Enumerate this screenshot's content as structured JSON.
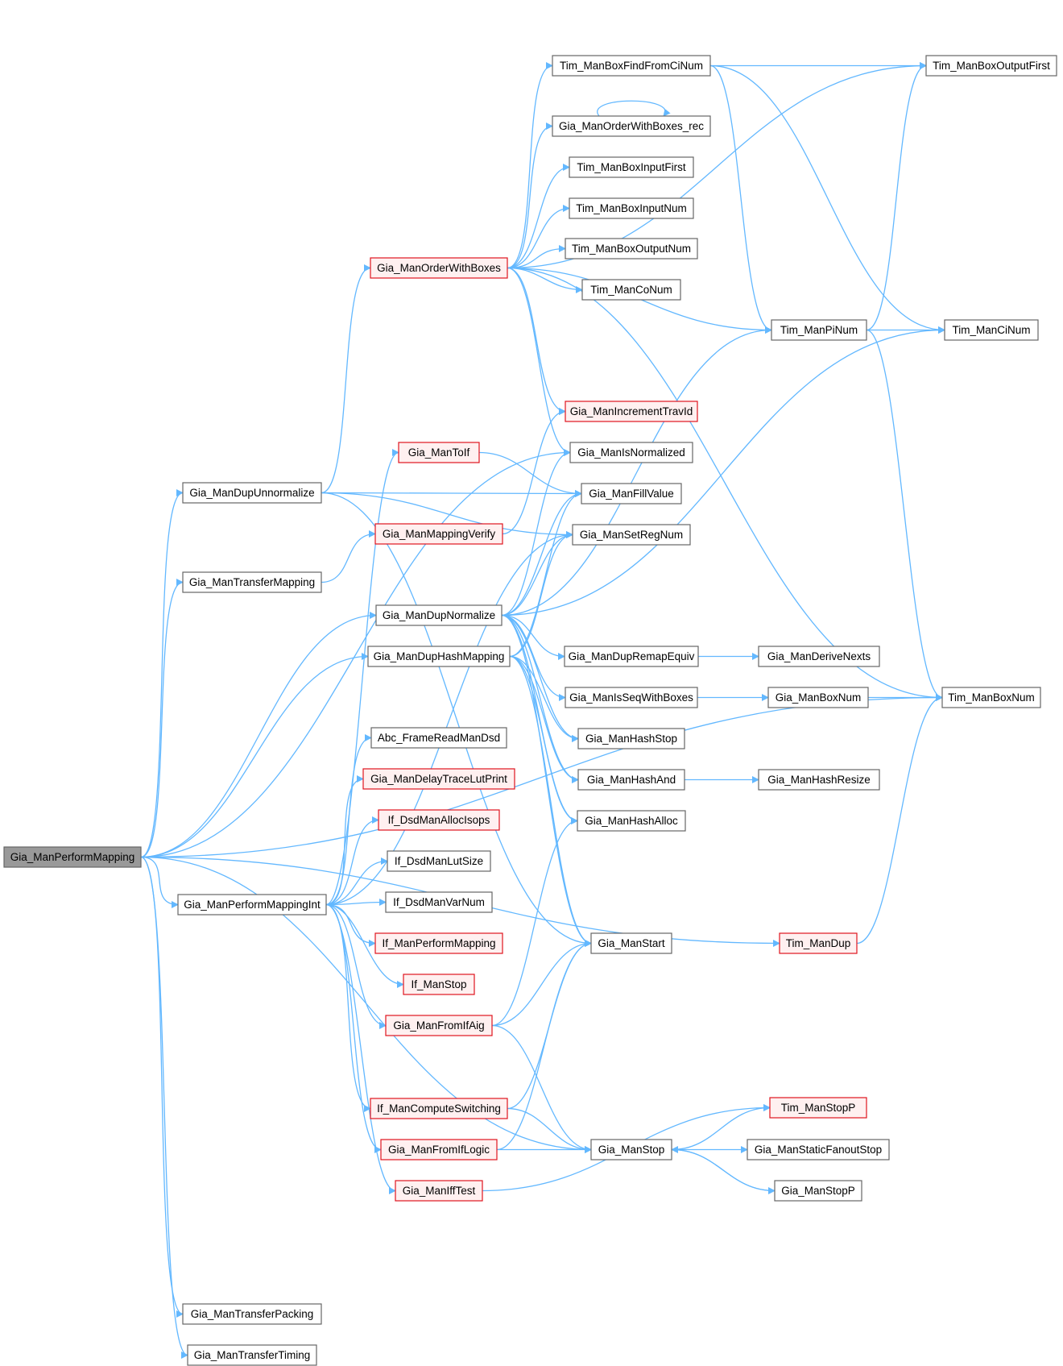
{
  "nodes": [
    {
      "id": "root",
      "label": "Gia_ManPerformMapping",
      "style": "root"
    },
    {
      "id": "dupUnnorm",
      "label": "Gia_ManDupUnnormalize",
      "style": "normal"
    },
    {
      "id": "transferMapping",
      "label": "Gia_ManTransferMapping",
      "style": "normal"
    },
    {
      "id": "performInt",
      "label": "Gia_ManPerformMappingInt",
      "style": "normal"
    },
    {
      "id": "transferPacking",
      "label": "Gia_ManTransferPacking",
      "style": "normal"
    },
    {
      "id": "transferTiming",
      "label": "Gia_ManTransferTiming",
      "style": "normal"
    },
    {
      "id": "orderBoxes",
      "label": "Gia_ManOrderWithBoxes",
      "style": "red"
    },
    {
      "id": "toIf",
      "label": "Gia_ManToIf",
      "style": "red"
    },
    {
      "id": "mappingVerify",
      "label": "Gia_ManMappingVerify",
      "style": "red"
    },
    {
      "id": "dupNorm",
      "label": "Gia_ManDupNormalize",
      "style": "normal"
    },
    {
      "id": "dupHash",
      "label": "Gia_ManDupHashMapping",
      "style": "normal"
    },
    {
      "id": "abcFrame",
      "label": "Abc_FrameReadManDsd",
      "style": "normal"
    },
    {
      "id": "delayTrace",
      "label": "Gia_ManDelayTraceLutPrint",
      "style": "red"
    },
    {
      "id": "dsdAlloc",
      "label": "If_DsdManAllocIsops",
      "style": "red"
    },
    {
      "id": "dsdLut",
      "label": "If_DsdManLutSize",
      "style": "normal"
    },
    {
      "id": "dsdVar",
      "label": "If_DsdManVarNum",
      "style": "normal"
    },
    {
      "id": "ifPerform",
      "label": "If_ManPerformMapping",
      "style": "red"
    },
    {
      "id": "ifStop",
      "label": "If_ManStop",
      "style": "red"
    },
    {
      "id": "fromIfAig",
      "label": "Gia_ManFromIfAig",
      "style": "red"
    },
    {
      "id": "computeSw",
      "label": "If_ManComputeSwitching",
      "style": "red"
    },
    {
      "id": "fromIfLogic",
      "label": "Gia_ManFromIfLogic",
      "style": "red"
    },
    {
      "id": "iffTest",
      "label": "Gia_ManIffTest",
      "style": "red"
    },
    {
      "id": "boxFind",
      "label": "Tim_ManBoxFindFromCiNum",
      "style": "normal"
    },
    {
      "id": "orderRec",
      "label": "Gia_ManOrderWithBoxes_rec",
      "style": "normal"
    },
    {
      "id": "boxInFirst",
      "label": "Tim_ManBoxInputFirst",
      "style": "normal"
    },
    {
      "id": "boxInNum",
      "label": "Tim_ManBoxInputNum",
      "style": "normal"
    },
    {
      "id": "boxOutNum",
      "label": "Tim_ManBoxOutputNum",
      "style": "normal"
    },
    {
      "id": "coNum",
      "label": "Tim_ManCoNum",
      "style": "normal"
    },
    {
      "id": "incTrav",
      "label": "Gia_ManIncrementTravId",
      "style": "red"
    },
    {
      "id": "isNorm",
      "label": "Gia_ManIsNormalized",
      "style": "normal"
    },
    {
      "id": "fillValue",
      "label": "Gia_ManFillValue",
      "style": "normal"
    },
    {
      "id": "setRegNum",
      "label": "Gia_ManSetRegNum",
      "style": "normal"
    },
    {
      "id": "dupRemap",
      "label": "Gia_ManDupRemapEquiv",
      "style": "normal"
    },
    {
      "id": "isSeq",
      "label": "Gia_ManIsSeqWithBoxes",
      "style": "normal"
    },
    {
      "id": "hashStop",
      "label": "Gia_ManHashStop",
      "style": "normal"
    },
    {
      "id": "hashAnd",
      "label": "Gia_ManHashAnd",
      "style": "normal"
    },
    {
      "id": "hashAlloc",
      "label": "Gia_ManHashAlloc",
      "style": "normal"
    },
    {
      "id": "manStart",
      "label": "Gia_ManStart",
      "style": "normal"
    },
    {
      "id": "manStop",
      "label": "Gia_ManStop",
      "style": "normal"
    },
    {
      "id": "piNum",
      "label": "Tim_ManPiNum",
      "style": "normal"
    },
    {
      "id": "deriveNexts",
      "label": "Gia_ManDeriveNexts",
      "style": "normal"
    },
    {
      "id": "boxNumG",
      "label": "Gia_ManBoxNum",
      "style": "normal"
    },
    {
      "id": "hashResize",
      "label": "Gia_ManHashResize",
      "style": "normal"
    },
    {
      "id": "timDup",
      "label": "Tim_ManDup",
      "style": "red"
    },
    {
      "id": "timStopP",
      "label": "Tim_ManStopP",
      "style": "red"
    },
    {
      "id": "staticFan",
      "label": "Gia_ManStaticFanoutStop",
      "style": "normal"
    },
    {
      "id": "giaStopP",
      "label": "Gia_ManStopP",
      "style": "normal"
    },
    {
      "id": "boxOutFirst",
      "label": "Tim_ManBoxOutputFirst",
      "style": "normal"
    },
    {
      "id": "ciNum",
      "label": "Tim_ManCiNum",
      "style": "normal"
    },
    {
      "id": "boxNumT",
      "label": "Tim_ManBoxNum",
      "style": "normal"
    }
  ],
  "edges": [
    [
      "root",
      "dupUnnorm"
    ],
    [
      "root",
      "transferMapping"
    ],
    [
      "root",
      "performInt"
    ],
    [
      "root",
      "transferPacking"
    ],
    [
      "root",
      "transferTiming"
    ],
    [
      "root",
      "dupNorm"
    ],
    [
      "root",
      "dupHash"
    ],
    [
      "root",
      "isNorm"
    ],
    [
      "root",
      "manStop"
    ],
    [
      "root",
      "timDup"
    ],
    [
      "root",
      "boxNumT"
    ],
    [
      "dupUnnorm",
      "orderBoxes"
    ],
    [
      "dupUnnorm",
      "fillValue"
    ],
    [
      "dupUnnorm",
      "setRegNum"
    ],
    [
      "dupUnnorm",
      "manStart"
    ],
    [
      "transferMapping",
      "mappingVerify"
    ],
    [
      "mappingVerify",
      "incTrav"
    ],
    [
      "toIf",
      "fillValue"
    ],
    [
      "performInt",
      "toIf"
    ],
    [
      "performInt",
      "setRegNum"
    ],
    [
      "performInt",
      "abcFrame"
    ],
    [
      "performInt",
      "delayTrace"
    ],
    [
      "performInt",
      "dsdAlloc"
    ],
    [
      "performInt",
      "dsdLut"
    ],
    [
      "performInt",
      "dsdVar"
    ],
    [
      "performInt",
      "ifPerform"
    ],
    [
      "performInt",
      "ifStop"
    ],
    [
      "performInt",
      "fromIfAig"
    ],
    [
      "performInt",
      "computeSw"
    ],
    [
      "performInt",
      "fromIfLogic"
    ],
    [
      "performInt",
      "iffTest"
    ],
    [
      "orderBoxes",
      "boxFind"
    ],
    [
      "orderBoxes",
      "orderRec"
    ],
    [
      "orderBoxes",
      "boxInFirst"
    ],
    [
      "orderBoxes",
      "boxInNum"
    ],
    [
      "orderBoxes",
      "boxOutNum"
    ],
    [
      "orderBoxes",
      "coNum"
    ],
    [
      "orderBoxes",
      "piNum"
    ],
    [
      "orderBoxes",
      "boxNumT"
    ],
    [
      "orderBoxes",
      "incTrav"
    ],
    [
      "orderBoxes",
      "isNorm"
    ],
    [
      "orderBoxes",
      "boxOutFirst"
    ],
    [
      "orderRec",
      "orderRec"
    ],
    [
      "boxFind",
      "boxOutFirst"
    ],
    [
      "boxFind",
      "piNum"
    ],
    [
      "boxFind",
      "ciNum"
    ],
    [
      "piNum",
      "ciNum"
    ],
    [
      "piNum",
      "boxOutFirst"
    ],
    [
      "piNum",
      "boxNumT"
    ],
    [
      "dupNorm",
      "isNorm"
    ],
    [
      "dupNorm",
      "fillValue"
    ],
    [
      "dupNorm",
      "setRegNum"
    ],
    [
      "dupNorm",
      "piNum"
    ],
    [
      "dupNorm",
      "ciNum"
    ],
    [
      "dupNorm",
      "dupRemap"
    ],
    [
      "dupNorm",
      "isSeq"
    ],
    [
      "dupNorm",
      "hashStop"
    ],
    [
      "dupNorm",
      "hashAnd"
    ],
    [
      "dupNorm",
      "hashAlloc"
    ],
    [
      "dupNorm",
      "manStart"
    ],
    [
      "dupHash",
      "fillValue"
    ],
    [
      "dupHash",
      "setRegNum"
    ],
    [
      "dupHash",
      "hashStop"
    ],
    [
      "dupHash",
      "hashAnd"
    ],
    [
      "dupHash",
      "hashAlloc"
    ],
    [
      "dupHash",
      "manStart"
    ],
    [
      "dupRemap",
      "deriveNexts"
    ],
    [
      "isSeq",
      "boxNumG"
    ],
    [
      "boxNumG",
      "boxNumT"
    ],
    [
      "hashAnd",
      "hashResize"
    ],
    [
      "timDup",
      "boxNumT"
    ],
    [
      "fromIfAig",
      "hashAlloc"
    ],
    [
      "fromIfAig",
      "manStart"
    ],
    [
      "fromIfAig",
      "manStop"
    ],
    [
      "computeSw",
      "manStart"
    ],
    [
      "computeSw",
      "manStop"
    ],
    [
      "fromIfLogic",
      "manStart"
    ],
    [
      "fromIfLogic",
      "manStop"
    ],
    [
      "iffTest",
      "timStopP"
    ],
    [
      "manStop",
      "timStopP"
    ],
    [
      "manStop",
      "staticFan"
    ],
    [
      "manStop",
      "giaStopP"
    ],
    [
      "giaStopP",
      "manStop"
    ]
  ]
}
